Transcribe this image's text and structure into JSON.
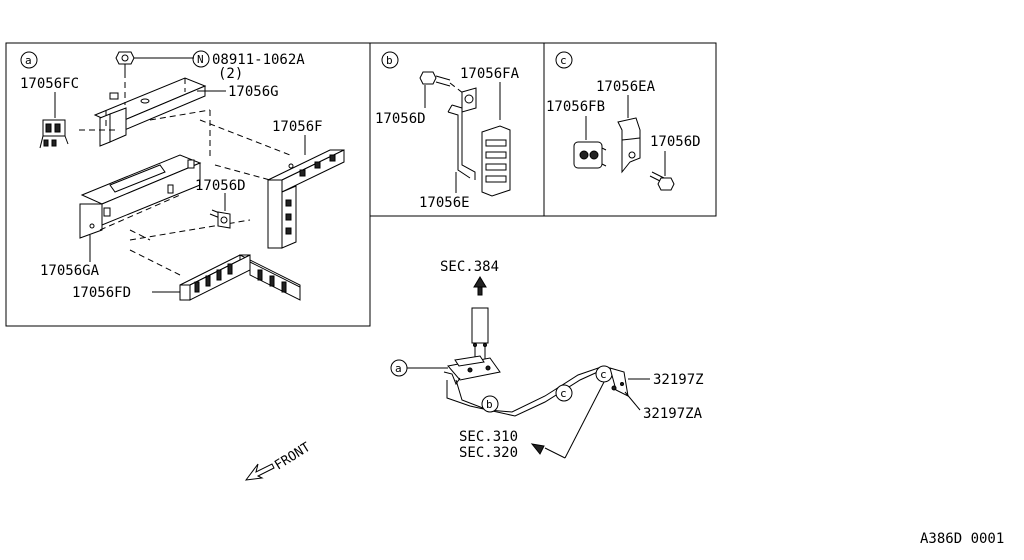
{
  "callouts": {
    "a": "a",
    "b": "b",
    "c": "c",
    "n": "N"
  },
  "panel_a": {
    "nut_part": "08911-1062A",
    "nut_qty": "(2)",
    "p_17056FC": "17056FC",
    "p_17056G": "17056G",
    "p_17056F": "17056F",
    "p_17056D": "17056D",
    "p_17056GA": "17056GA",
    "p_17056FD": "17056FD"
  },
  "panel_b": {
    "p_17056FA": "17056FA",
    "p_17056D": "17056D",
    "p_17056E": "17056E"
  },
  "panel_c": {
    "p_17056EA": "17056EA",
    "p_17056FB": "17056FB",
    "p_17056D": "17056D"
  },
  "main": {
    "sec_384": "SEC.384",
    "sec_310": "SEC.310",
    "sec_320": "SEC.320",
    "p_32197Z": "32197Z",
    "p_32197ZA": "32197ZA",
    "front": "FRONT"
  },
  "footer": {
    "diagram_id": "A386D 0001"
  }
}
